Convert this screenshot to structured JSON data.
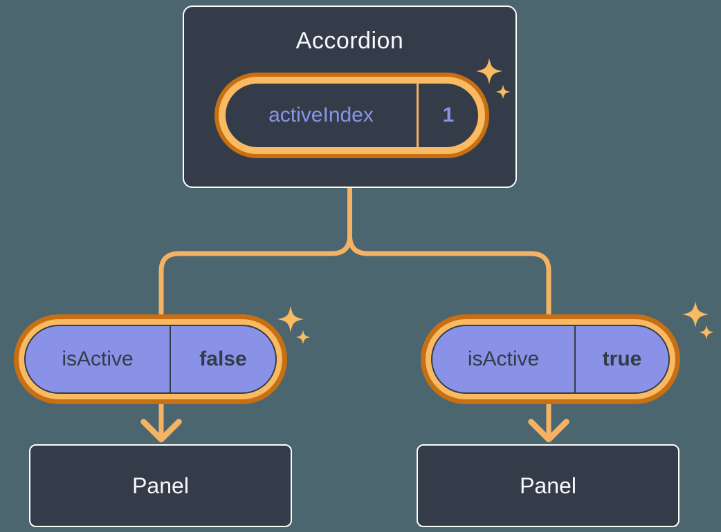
{
  "diagram": {
    "description": "React state diagram: Accordion component holding activeIndex state, passing isActive props down to two Panel children",
    "root": {
      "title": "Accordion",
      "pill": {
        "label": "activeIndex",
        "value": "1"
      }
    },
    "children": [
      {
        "pill": {
          "label": "isActive",
          "value": "false"
        },
        "panel_label": "Panel"
      },
      {
        "pill": {
          "label": "isActive",
          "value": "true"
        },
        "panel_label": "Panel"
      }
    ],
    "icons": [
      "sparkle-icon",
      "arrow-down-icon"
    ],
    "colors": {
      "background": "#4C666F",
      "card_fill": "#343C49",
      "card_border": "#FFFFFF",
      "ring_outer_orange": "#C76F12",
      "ring_inner_orange": "#F9BA62",
      "connector_orange": "#F6B264",
      "sparkle_orange": "#F8BB63",
      "pill_purple_fill": "#8A92E8",
      "text_purple": "#8B93E9",
      "text_dark": "#343C47",
      "text_light": "#F7F9FC"
    }
  }
}
